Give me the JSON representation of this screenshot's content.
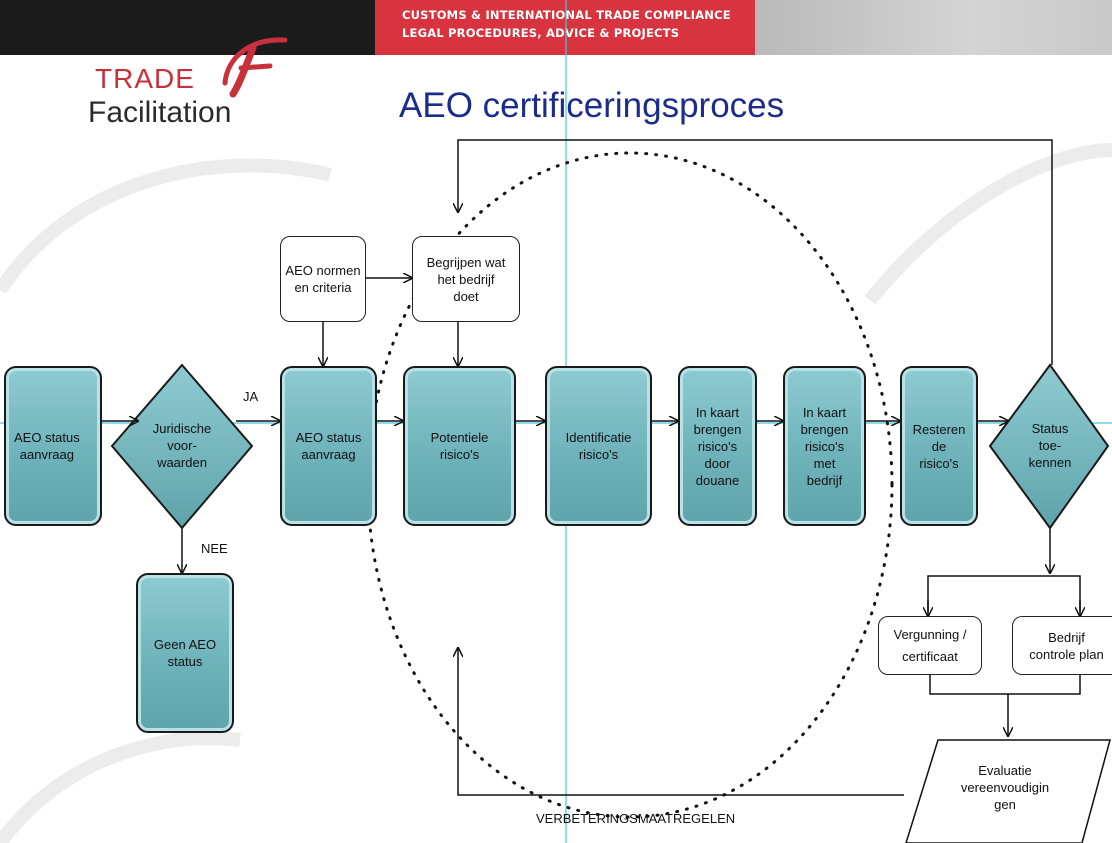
{
  "header": {
    "tagline_line1": "CUSTOMS & INTERNATIONAL TRADE COMPLIANCE",
    "tagline_line2": "LEGAL PROCEDURES, ADVICE & PROJECTS",
    "logo_trade": "TRADE",
    "logo_facilitation": "Facilitation",
    "title": "AEO certificeringsproces"
  },
  "colors": {
    "teal": "#6fb3ba",
    "title_blue": "#1c2b8c",
    "brand_red": "#d8343f"
  },
  "nodes": {
    "aanvraag_start": "AEO status\naanvraag",
    "juridische": "Juridische\nvoor-\nwaarden",
    "geen_aeo": "Geen AEO\nstatus",
    "normen": "AEO normen\nen criteria",
    "begrijpen": "Begrijpen wat\nhet bedrijf\ndoet",
    "aanvraag_2": "AEO status\naanvraag",
    "potentiele": "Potentiele\nrisico's",
    "identificatie": "Identificatie\nrisico's",
    "kaart_douane": "In kaart\nbrengen\nrisico's\ndoor\ndouane",
    "kaart_bedrijf": "In kaart\nbrengen\nrisico's\nmet\nbedrijf",
    "resteren": "Resteren\nde\nrisico's",
    "status_toekennen": "Status\ntoe-\nkennen",
    "vergunning": "Vergunning /\ncertificaat",
    "controle_plan": "Bedrijf\ncontrole plan",
    "evaluatie": "Evaluatie\nvereenvoudigin\ngen"
  },
  "edge_labels": {
    "ja": "JA",
    "nee": "NEE",
    "verbetering": "VERBETERINGSMAATREGELEN"
  }
}
